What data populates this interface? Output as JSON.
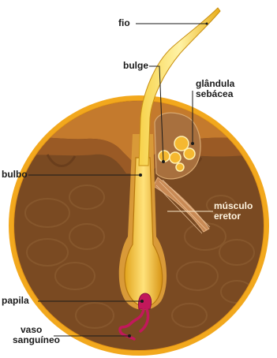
{
  "labels": {
    "fio": "fio",
    "bulge": "bulge",
    "glandula": [
      "glândula",
      "sebácea"
    ],
    "bulbo": "bulbo",
    "musculo": [
      "músculo",
      "eretor"
    ],
    "papila": "papila",
    "vaso": [
      "vaso",
      "sanguíneo"
    ]
  },
  "colors": {
    "frame": "#f2a81d",
    "dermis": "#7a4a22",
    "epidermis": "#c47a2d",
    "hair": "#f5c842",
    "papilla": "#c2185b"
  }
}
